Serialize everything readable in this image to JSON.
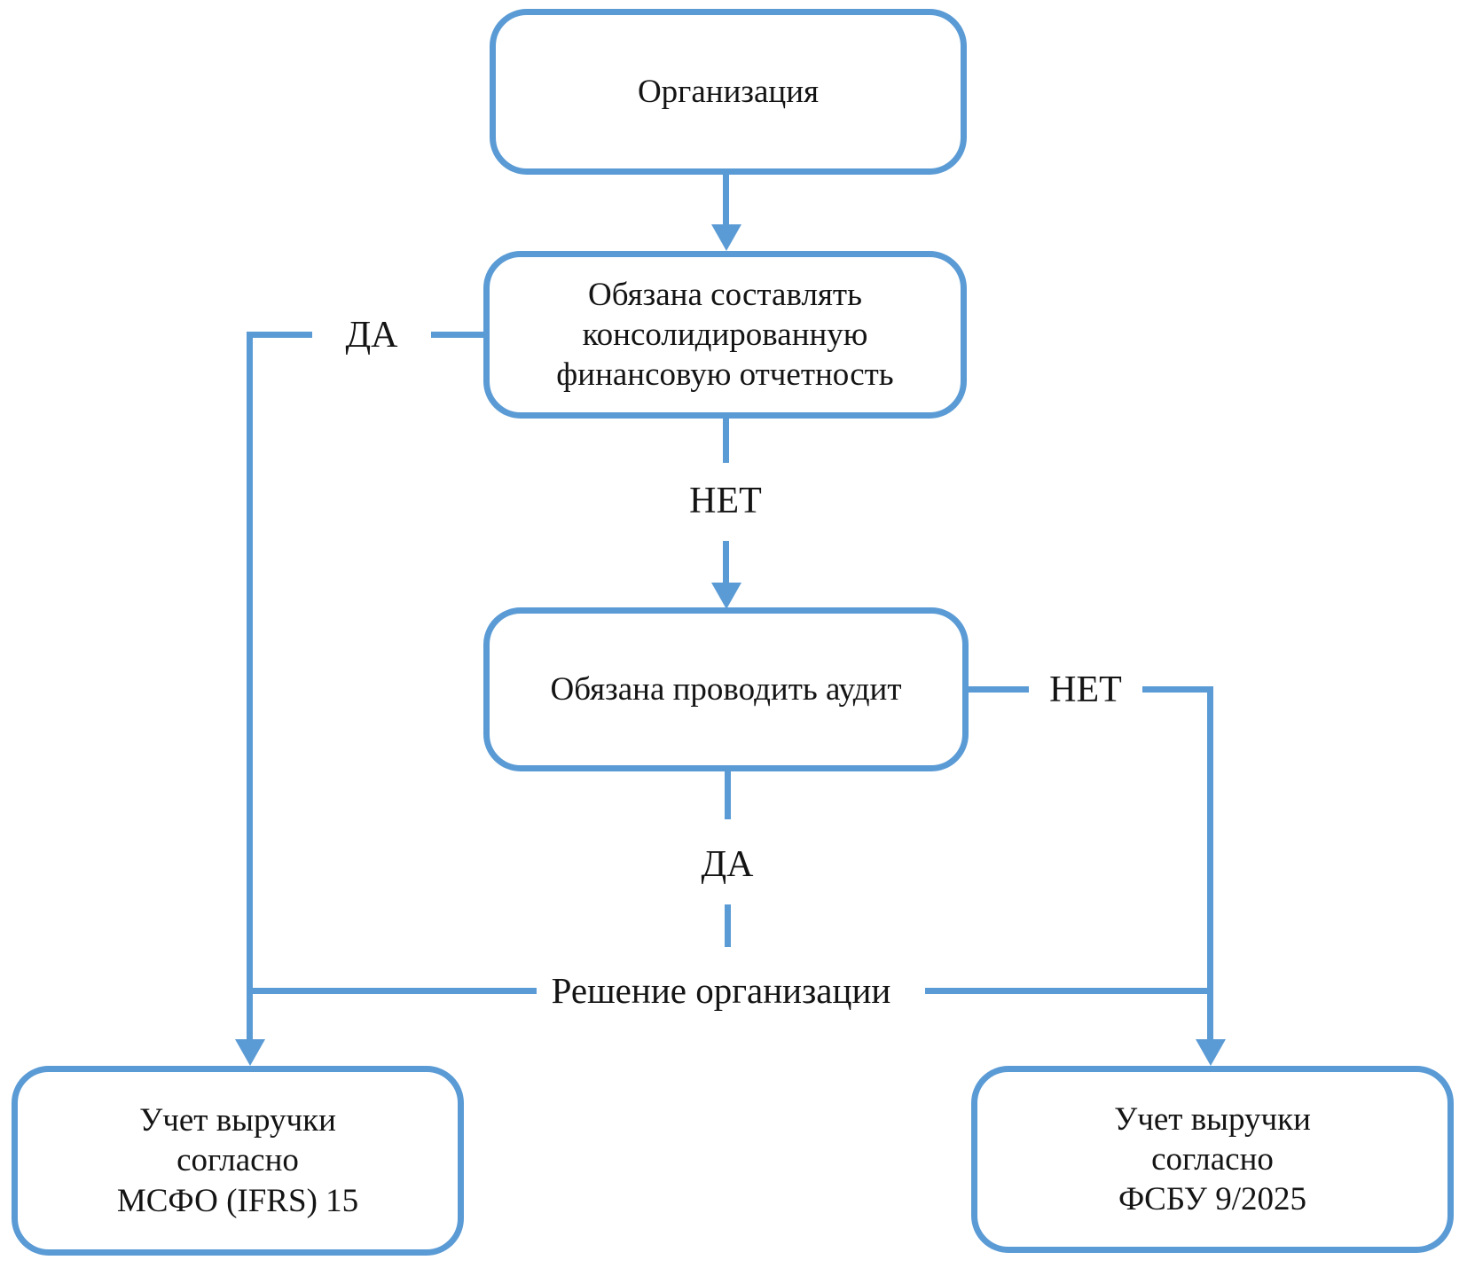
{
  "colors": {
    "accent": "#5B9BD5",
    "text": "#141414",
    "background": "#FFFFFF"
  },
  "flowchart": {
    "nodes": {
      "organization": {
        "label": "Организация"
      },
      "consolidated_reporting": {
        "lines": [
          "Обязана составлять",
          "консолидированную",
          "финансовую отчетность"
        ]
      },
      "audit": {
        "label": "Обязана проводить аудит"
      },
      "ifrs15": {
        "lines": [
          "Учет выручки",
          "согласно",
          "МСФО (IFRS) 15"
        ]
      },
      "fsbu9": {
        "lines": [
          "Учет выручки",
          "согласно",
          "ФСБУ 9/2025"
        ]
      }
    },
    "labels": {
      "yes_left": "ДА",
      "no_below_consolidated": "НЕТ",
      "no_right_of_audit": "НЕТ",
      "yes_below_audit": "ДА",
      "decision": "Решение организации"
    }
  }
}
